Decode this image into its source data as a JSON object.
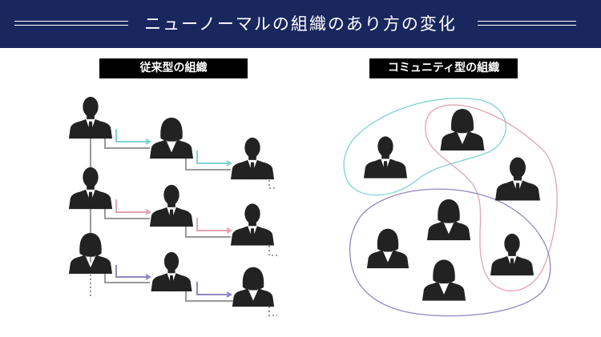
{
  "header": {
    "title": "ニューノーマルの組織のあり方の変化"
  },
  "left": {
    "label": "従来型の組織"
  },
  "right": {
    "label": "コミュニティ型の組織"
  },
  "colors": {
    "navy": "#19275e",
    "cyan": "#7fd3cf",
    "pink": "#e2a3b0",
    "purple": "#8e88bf",
    "silhouette": "#222222"
  }
}
